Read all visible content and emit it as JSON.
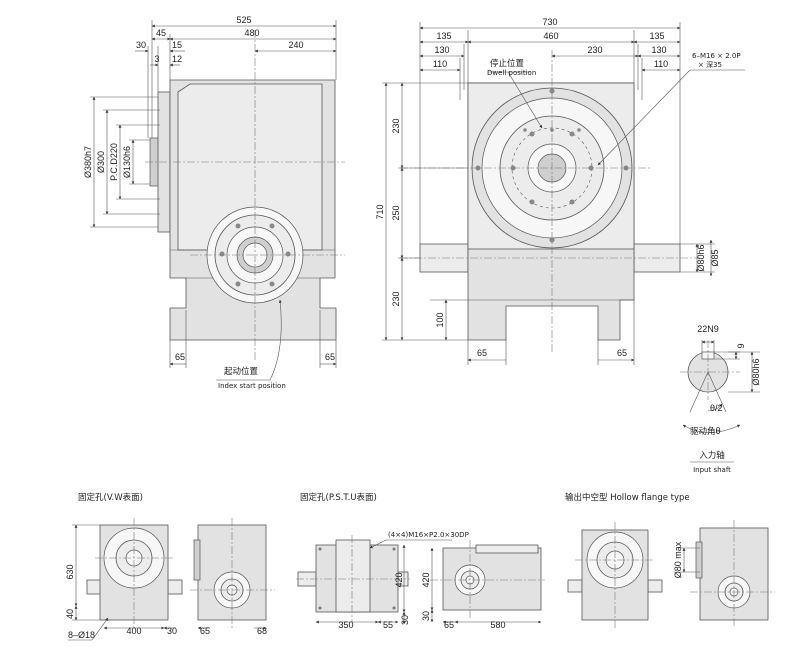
{
  "side_view": {
    "dims_top": [
      "525",
      "45",
      "480",
      "240",
      "30",
      "15",
      "3",
      "12"
    ],
    "dims_left": [
      "Ø380h7",
      "Ø300",
      "P.C.D220",
      "Ø130h6"
    ],
    "dims_bottom": [
      "65",
      "65"
    ],
    "index_start_cn": "起动位置",
    "index_start_en": "Index start position"
  },
  "front_view": {
    "dims_top": [
      "730",
      "135",
      "460",
      "135",
      "130",
      "230",
      "130",
      "110",
      "110"
    ],
    "dims_left": [
      "710",
      "230",
      "250",
      "230",
      "100"
    ],
    "dims_bottom": [
      "65",
      "65"
    ],
    "dwell_cn": "停止位置",
    "dwell_en": "Dwell position",
    "thread_line1": "6–M16 × 2.0P",
    "thread_line2": "× 深35",
    "shaft_dims": [
      "Ø80h6",
      "Ø85"
    ]
  },
  "shaft_detail": {
    "keyway": "22N9",
    "key_depth": "9",
    "diameter": "Ø80h6",
    "half_angle": "θ/2",
    "drive_angle": "驱动角θ",
    "title_cn": "入力轴",
    "title_en": "Input shaft"
  },
  "thumbnails": {
    "vw_title": "固定孔(V.W表面)",
    "vw_dims": [
      "630",
      "40",
      "400",
      "30",
      "8–Ø18",
      "65",
      "68"
    ],
    "pstu_title": "固定孔(P.S.T.U表面)",
    "pstu_note": "(4×4)M16×P2.0×30DP",
    "pstu_dims": [
      "420",
      "350",
      "55",
      "30",
      "420",
      "30",
      "65",
      "580"
    ],
    "hollow_title": "输出中空型 Hollow flange type",
    "hollow_dim": "Ø80 max"
  }
}
